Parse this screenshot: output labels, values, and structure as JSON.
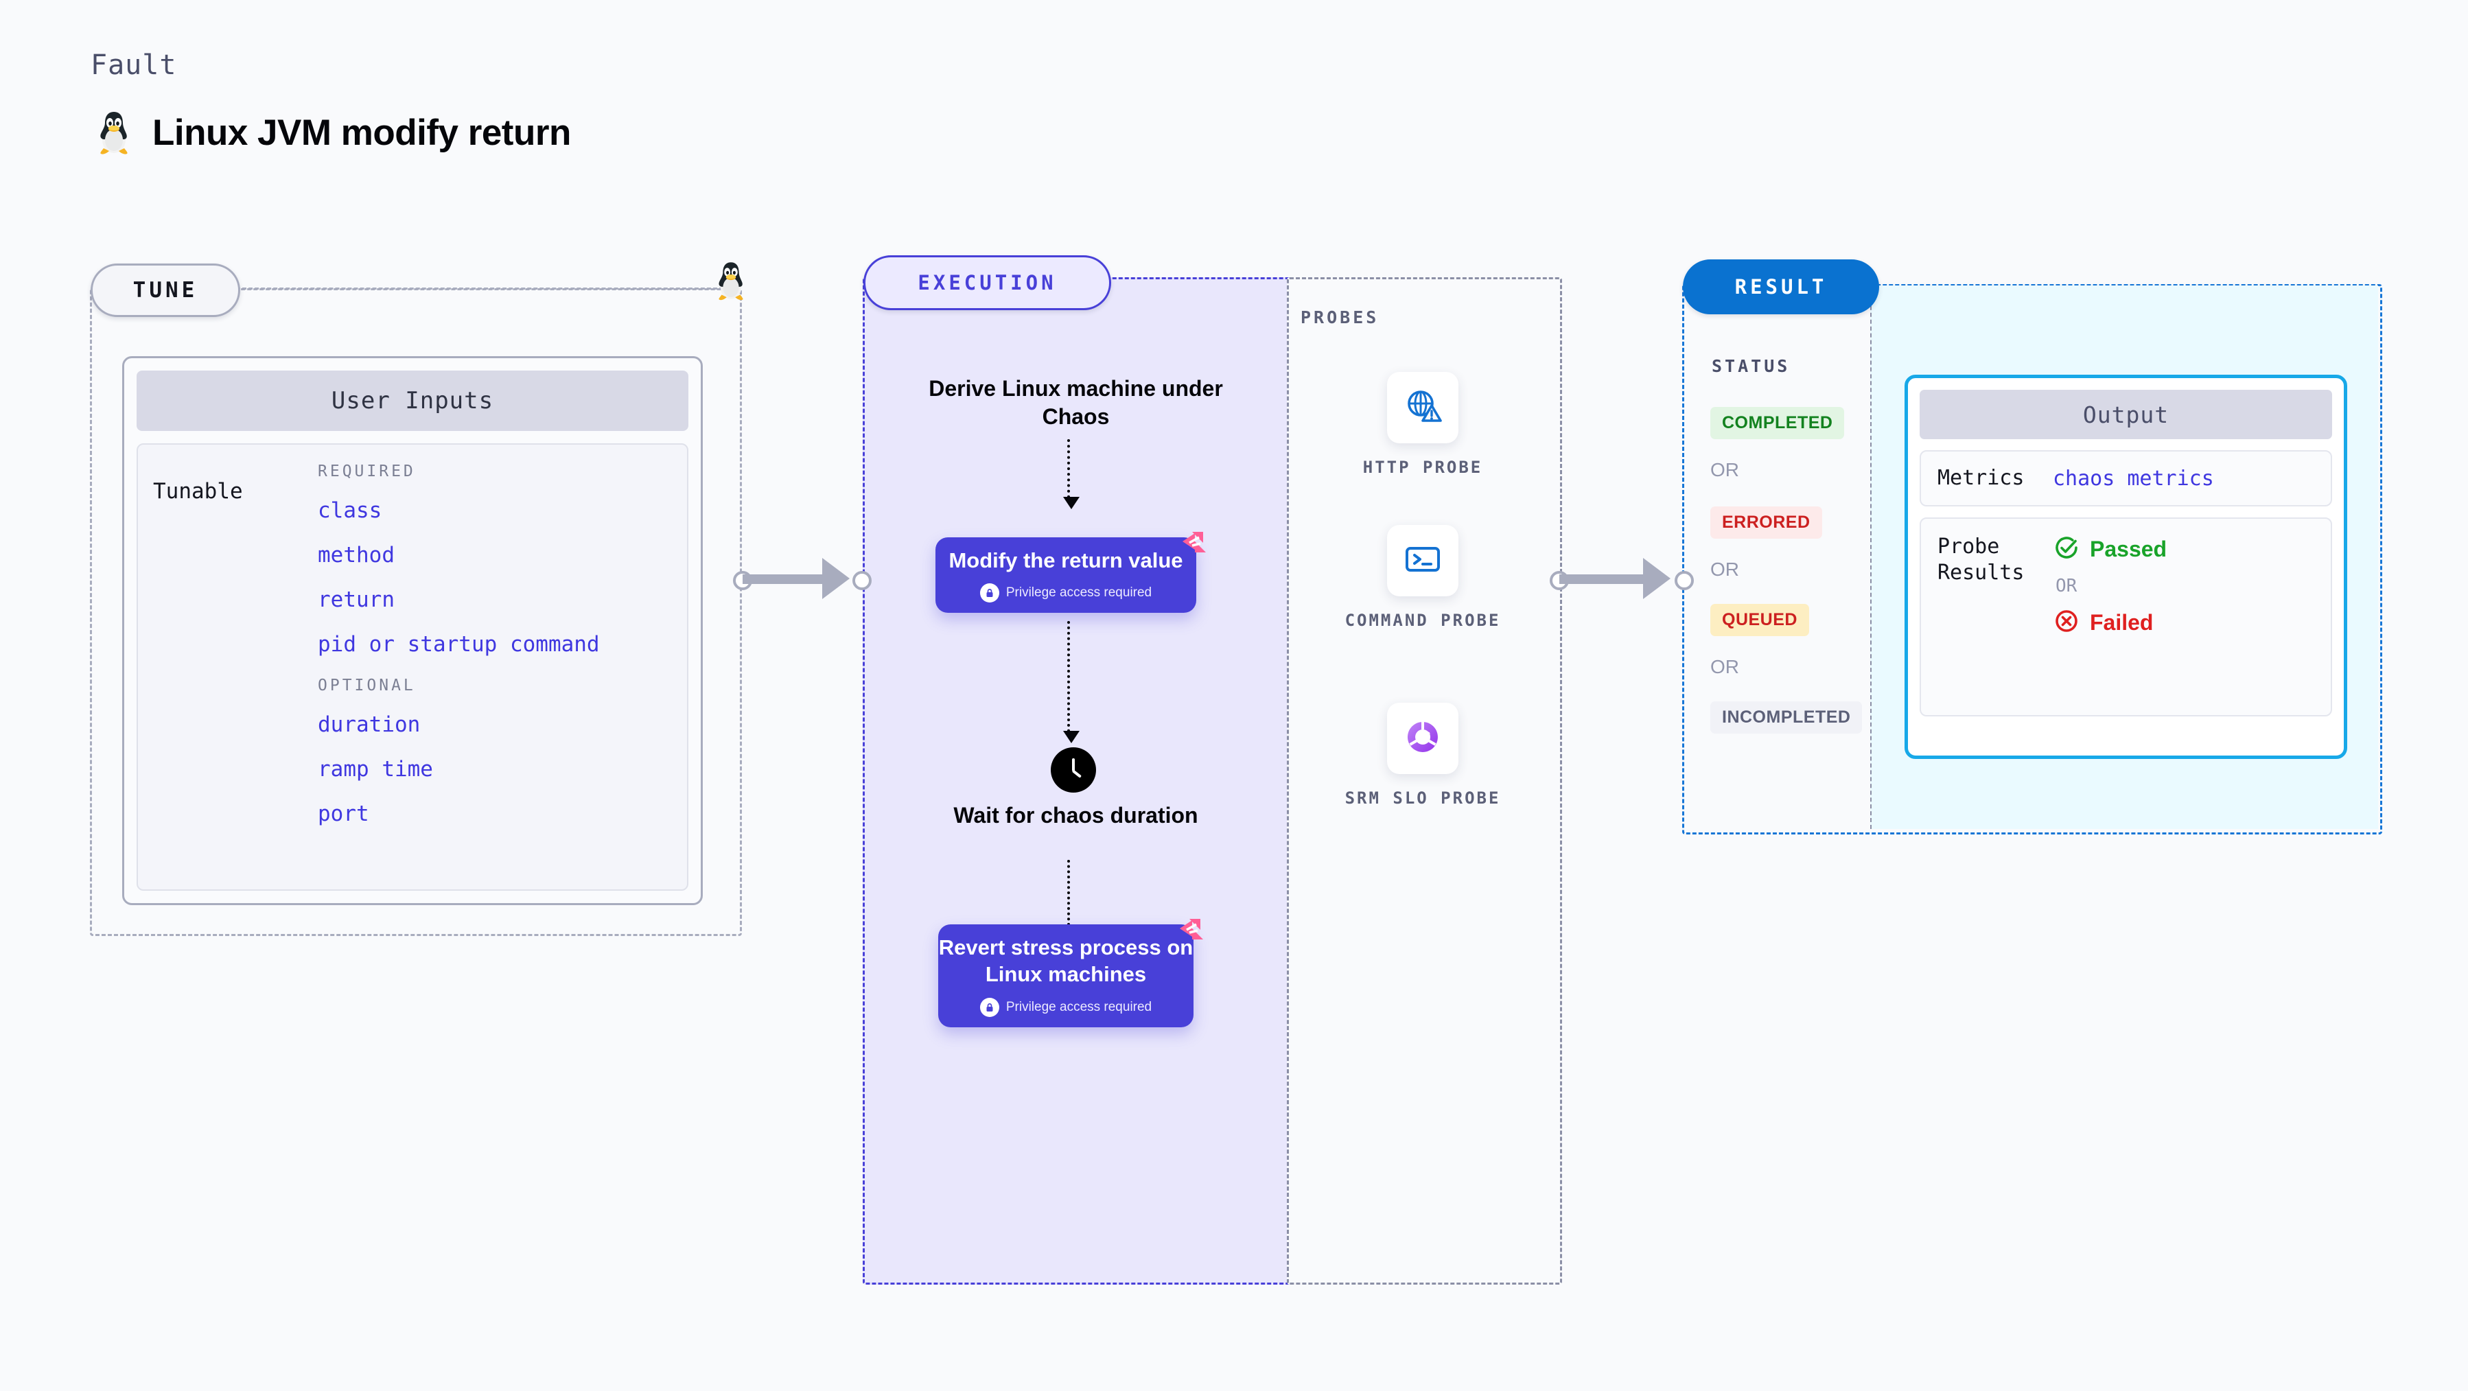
{
  "header": {
    "kicker": "Fault",
    "title": "Linux JVM modify return",
    "icon": "linux-tux-icon"
  },
  "colors": {
    "page_background": "#f9fafc",
    "execution_accent": "#4840d8",
    "execution_panel": "#e9e7fc",
    "result_accent": "#0a72d0",
    "output_accent": "#17a8e8",
    "tune_accent": "#a8acbe",
    "card_purple": "#4840d8",
    "flag_pink": "#ff5f96"
  },
  "tune": {
    "pill_label": "TUNE",
    "marker_icon": "linux-tux-icon",
    "user_inputs": {
      "header": "User Inputs",
      "row_label": "Tunable",
      "groups": [
        {
          "title": "REQUIRED",
          "items": [
            "class",
            "method",
            "return",
            "pid or startup command"
          ]
        },
        {
          "title": "OPTIONAL",
          "items": [
            "duration",
            "ramp time",
            "port"
          ]
        }
      ]
    }
  },
  "execution": {
    "pill_label": "EXECUTION",
    "step_title": "Derive Linux machine under Chaos",
    "cards": [
      {
        "title": "Modify the return value",
        "note": "Privilege access required",
        "note_icon": "lock-icon",
        "corner_icon": "chaos-flag-icon"
      },
      {
        "title": "Revert stress process on Linux machines",
        "note": "Privilege access required",
        "note_icon": "lock-icon",
        "corner_icon": "chaos-flag-icon"
      }
    ],
    "wait_step": {
      "icon": "clock-icon",
      "label": "Wait for chaos duration"
    }
  },
  "probes": {
    "title": "PROBES",
    "items": [
      {
        "label": "HTTP PROBE",
        "icon": "globe-warning-icon"
      },
      {
        "label": "COMMAND PROBE",
        "icon": "terminal-icon"
      },
      {
        "label": "SRM SLO PROBE",
        "icon": "slo-donut-check-icon"
      }
    ]
  },
  "result": {
    "pill_label": "RESULT",
    "status_title": "STATUS",
    "or_label": "OR",
    "statuses": [
      {
        "label": "COMPLETED",
        "text_color": "#13821f",
        "bg_color": "#e2f5e3"
      },
      {
        "label": "ERRORED",
        "text_color": "#cc2020",
        "bg_color": "#fdeaea"
      },
      {
        "label": "QUEUED",
        "text_color": "#cc2020",
        "bg_color": "#fdeec2"
      },
      {
        "label": "INCOMPLETED",
        "text_color": "#5c6078",
        "bg_color": "#f1f2f7"
      }
    ],
    "output": {
      "header": "Output",
      "metrics_label": "Metrics",
      "metrics_value": "chaos metrics",
      "probe_results_label": "Probe Results",
      "passed_label": "Passed",
      "failed_label": "Failed",
      "or_label": "OR",
      "passed_icon": "check-circle-icon",
      "failed_icon": "x-circle-icon"
    }
  }
}
